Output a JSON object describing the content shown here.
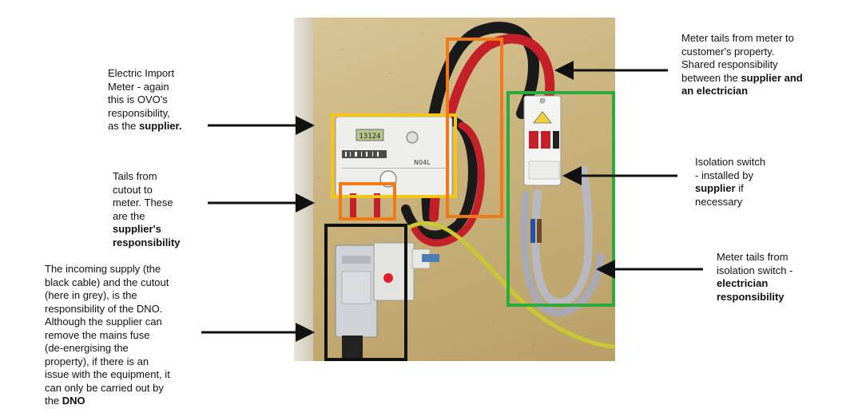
{
  "annotations": {
    "import_meter": {
      "text_parts": [
        "Electric Import",
        "Meter - again",
        "this is OVO's",
        "responsibility,",
        "as the "
      ],
      "bold": "supplier."
    },
    "tails_cutout": {
      "lines": [
        "Tails from",
        "cutout to",
        "meter. These",
        "are the"
      ],
      "bold_lines": [
        "supplier's",
        "responsibility"
      ]
    },
    "incoming_supply": {
      "lines": [
        "The incoming supply (the",
        "black cable) and the cutout",
        "(here in grey), is the",
        "responsibility of the DNO.",
        "Although the supplier can",
        "remove the mains fuse",
        "(de-energising the",
        "property), if there is an",
        "issue with the equipment, it",
        "can only be carried out by"
      ],
      "last_plain": "the ",
      "last_bold": "DNO"
    },
    "meter_tails_customer": {
      "lines": [
        "Meter tails from meter to",
        "customer's property.",
        "Shared responsibility"
      ],
      "line4_plain": "between the ",
      "line4_bold": "supplier and",
      "line5_bold": "an electrician"
    },
    "isolation_switch": {
      "lines": [
        "Isolation switch",
        "- installed by"
      ],
      "line3_bold": "supplier",
      "line3_plain": " if",
      "line4": "necessary"
    },
    "meter_tails_isolation": {
      "lines": [
        "Meter tails from",
        "isolation switch -"
      ],
      "bold_lines": [
        "electrician",
        "responsibility"
      ]
    }
  },
  "meter_display": {
    "reading": "13124",
    "model": "N04L"
  },
  "colors": {
    "meter_box": "#f5c518",
    "tails_box": "#f07a1a",
    "isolation_box": "#2eaa3c",
    "cutout_box": "#111111",
    "cable_red": "#c4202a",
    "cable_black": "#1a1a1a",
    "earth": "#c8c832"
  }
}
